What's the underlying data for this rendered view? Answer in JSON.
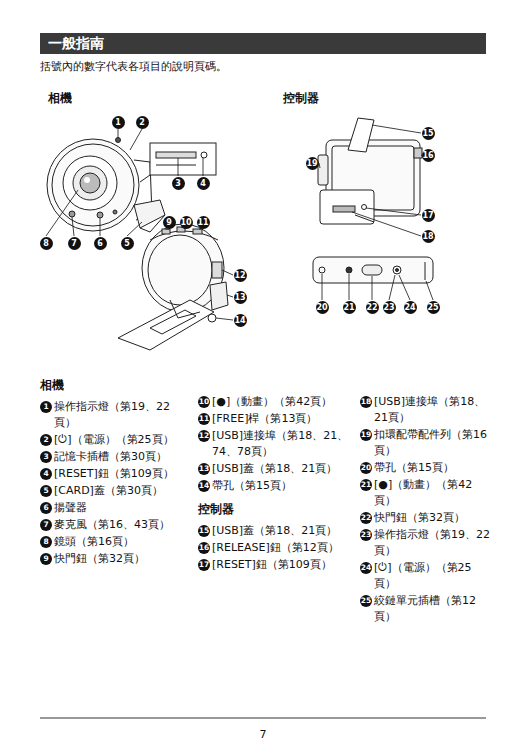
{
  "diagram": {
    "title": "一般指南",
    "labels": [
      "括號內的數字代表各項目的說明頁碼。",
      "相機",
      "控制器",
      "1",
      "2",
      "3",
      "4",
      "5",
      "6",
      "7",
      "8",
      "9",
      "10",
      "11",
      "12",
      "13",
      "14",
      "15",
      "16",
      "17",
      "18",
      "19",
      "20",
      "21",
      "22",
      "23",
      "24",
      "25",
      "相機",
      "1",
      "操作指示燈（第19、22頁）",
      "2",
      "[⏻]（電源）（第25頁）",
      "3",
      "記憶卡插槽（第30頁）",
      "4",
      "[RESET]鈕（第109頁）",
      "5",
      "[CARD]蓋（第30頁）",
      "6",
      "揚聲器",
      "7",
      "麥克風（第16、43頁）",
      "8",
      "鏡頭（第16頁）",
      "9",
      "快門鈕（第32頁）",
      "10",
      "[●]（動畫）（第42頁）",
      "11",
      "[FREE]桿（第13頁）",
      "12",
      "[USB]連接埠（第18、21、74、78頁）",
      "13",
      "[USB]蓋（第18、21頁）",
      "14",
      "帶孔（第15頁）",
      "控制器",
      "15",
      "[USB]蓋（第18、21頁）",
      "16",
      "[RELEASE]鈕（第12頁）",
      "17",
      "[RESET]鈕（第109頁）",
      "18",
      "[USB]連接埠（第18、21頁）",
      "19",
      "扣環配帶配件列（第16頁）",
      "20",
      "帶孔（第15頁）",
      "21",
      "[●]（動畫）（第42頁）",
      "22",
      "快門鈕（第32頁）",
      "23",
      "操作指示燈（第19、22頁）",
      "24",
      "[⏻]（電源）（第25頁）",
      "25",
      "絞鏈單元插槽（第12頁）",
      "7"
    ]
  }
}
